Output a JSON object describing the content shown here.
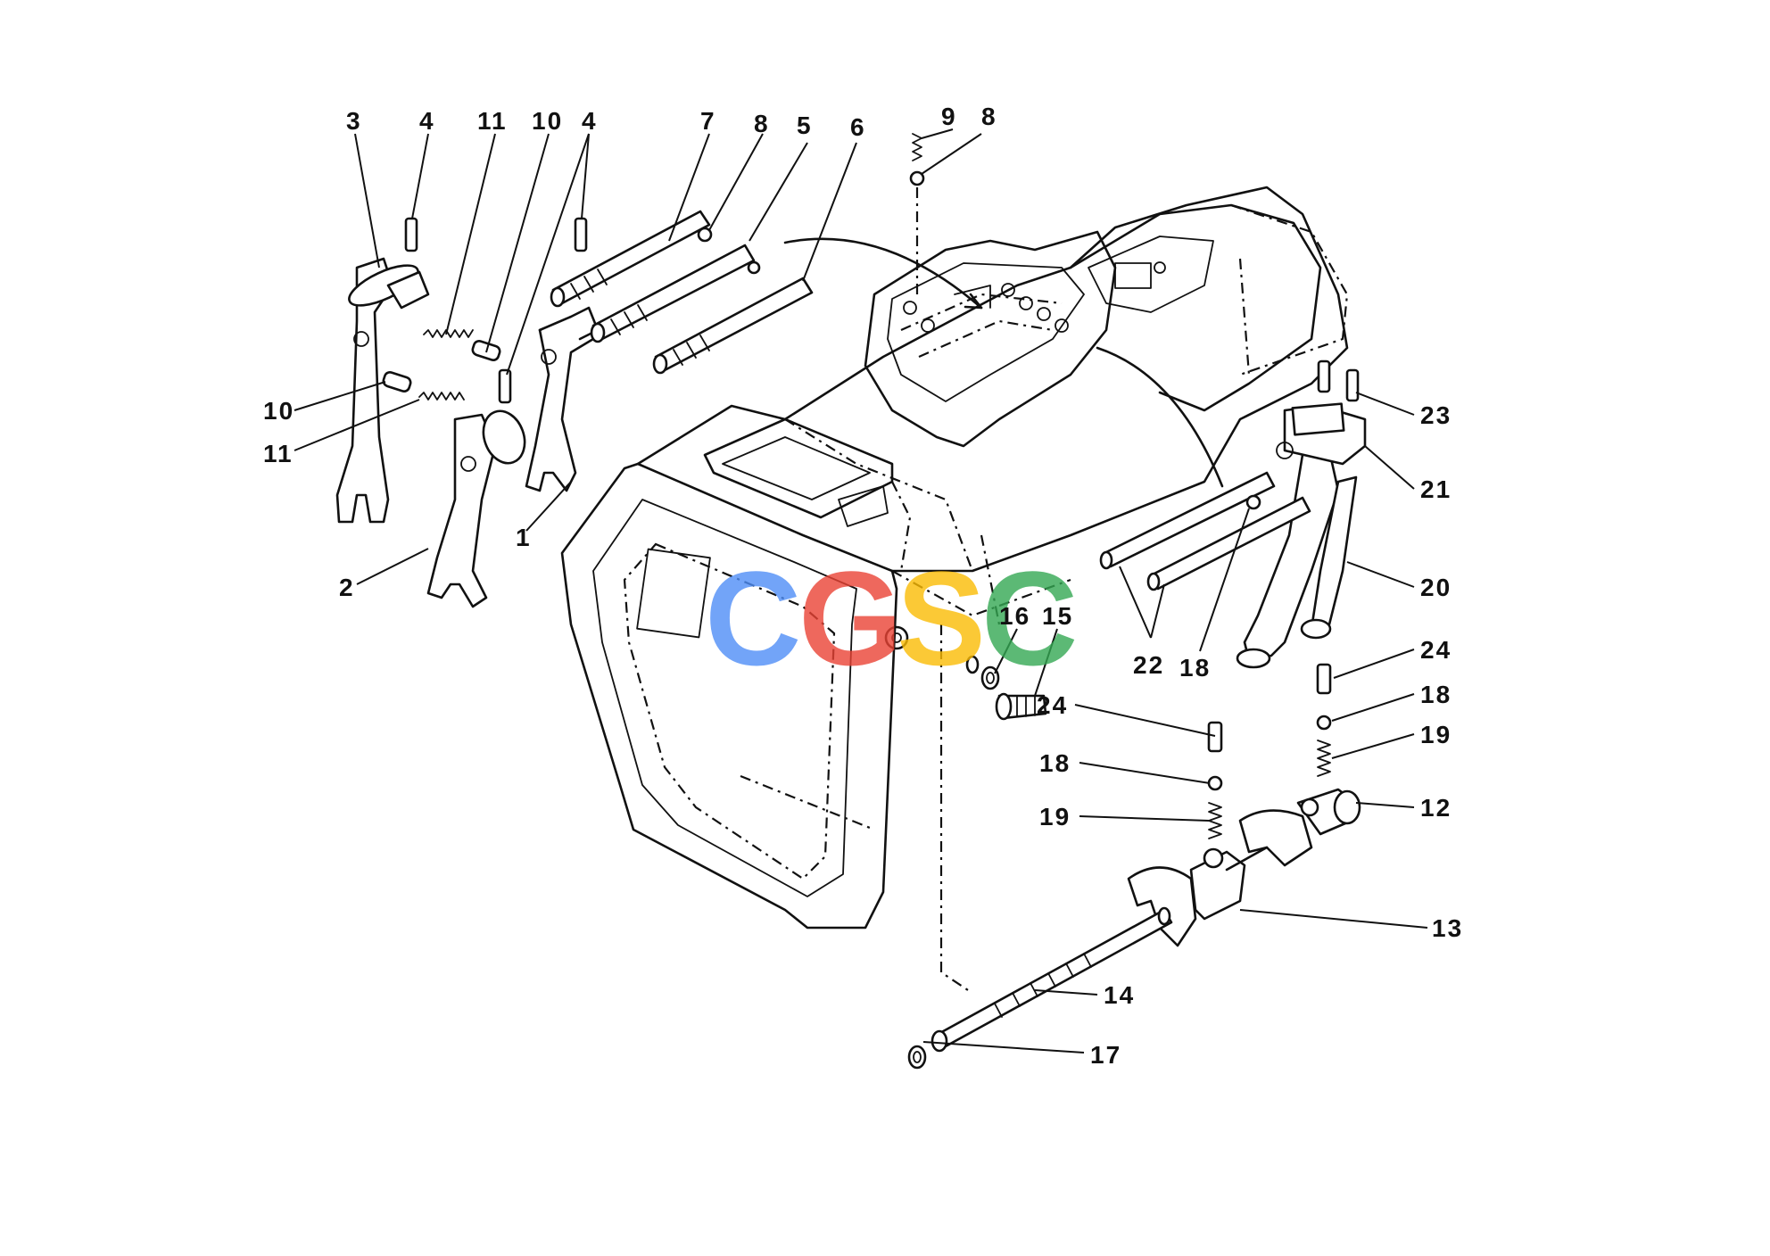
{
  "callouts": {
    "c1": "1",
    "c2": "2",
    "c3": "3",
    "c4a": "4",
    "c4b": "4",
    "c5": "5",
    "c6": "6",
    "c7": "7",
    "c8a": "8",
    "c8b": "8",
    "c9": "9",
    "c10a": "10",
    "c10b": "10",
    "c11a": "11",
    "c11b": "11",
    "c12": "12",
    "c13": "13",
    "c14": "14",
    "c15": "15",
    "c16": "16",
    "c17": "17",
    "c18a": "18",
    "c18b": "18",
    "c18c": "18",
    "c19a": "19",
    "c19b": "19",
    "c20": "20",
    "c21": "21",
    "c22": "22",
    "c23": "23",
    "c24a": "24",
    "c24b": "24"
  },
  "watermark": {
    "letters": [
      "C",
      "G",
      "S",
      "C"
    ],
    "colors": [
      "#4f8ef7",
      "#ea4335",
      "#fbbc05",
      "#34a853"
    ]
  }
}
